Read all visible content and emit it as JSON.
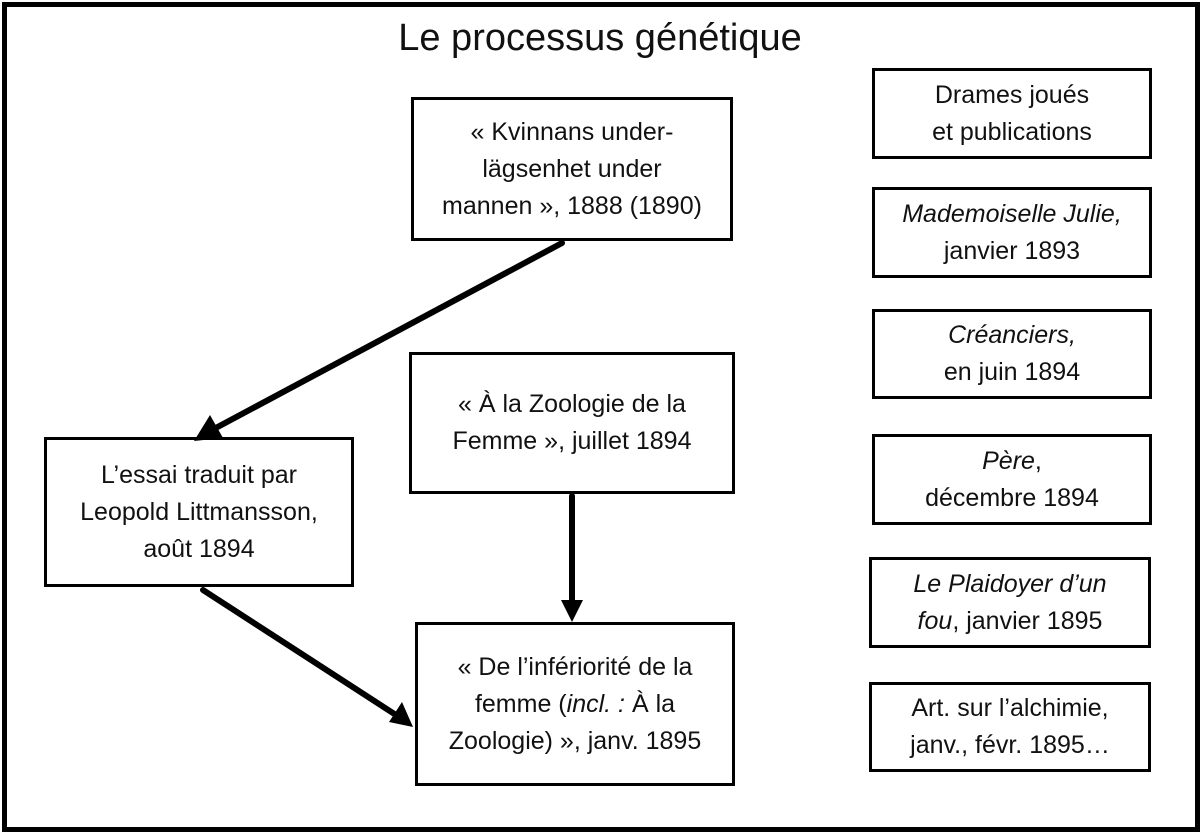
{
  "title": "Le processus génétique",
  "left": {
    "kvinnans": [
      "« Kvinnans under-",
      "lägsenhet under",
      "mannen », 1888 (1890)"
    ],
    "zoologie": [
      "« À la Zoologie de la",
      "Femme », juillet 1894"
    ],
    "essai": [
      "L’essai traduit par",
      "Leopold Littmansson,",
      "août 1894"
    ],
    "inferiorite": {
      "line1": "« De l’infériorité de la",
      "line2_pre": "femme (",
      "line2_italic": "incl. :",
      "line2_post": " À la",
      "line3": "Zoologie) », janv. 1895"
    }
  },
  "right": {
    "header": [
      "Drames joués",
      "et publications"
    ],
    "julie": {
      "italic": "Mademoiselle Julie,",
      "date": "janvier 1893"
    },
    "creanciers": {
      "italic": "Créanciers,",
      "date": "en juin 1894"
    },
    "pere": {
      "italic": "Père",
      "suffix": ",",
      "date": "décembre 1894"
    },
    "plaidoyer": {
      "italic1": "Le Plaidoyer d’un",
      "italic2": "fou",
      "suffix": ", janvier 1895"
    },
    "alchimie": [
      "Art. sur l’alchimie,",
      "janv., févr. 1895…"
    ]
  }
}
